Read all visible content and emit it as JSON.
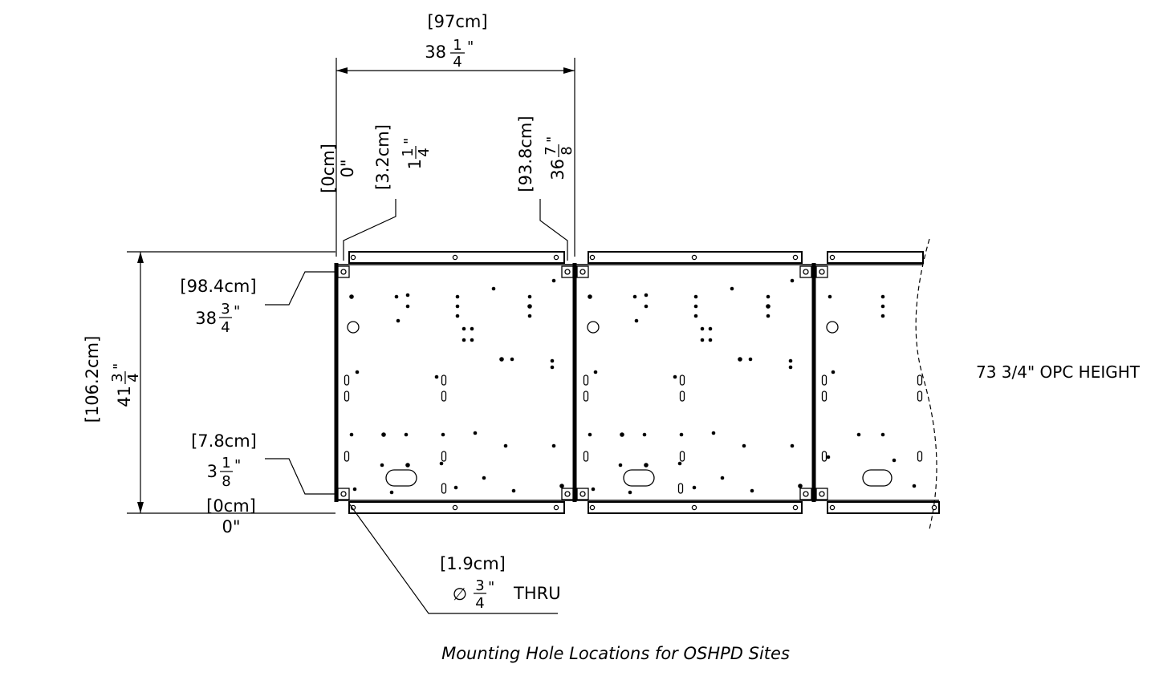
{
  "dimensions": {
    "top_width": {
      "metric": "[97cm]",
      "imperial_whole": "38",
      "num": "1",
      "den": "4",
      "mark": "\""
    },
    "origin_x": {
      "metric": "[0cm]",
      "imperial": "0\""
    },
    "offset_x": {
      "metric": "[3.2cm]",
      "imperial_whole": "1",
      "num": "1",
      "den": "4",
      "mark": "\""
    },
    "hole_x": {
      "metric": "[93.8cm]",
      "imperial_whole": "36",
      "num": "7",
      "den": "8",
      "mark": "\""
    },
    "hole_top_y": {
      "metric": "[98.4cm]",
      "imperial_whole": "38",
      "num": "3",
      "den": "4",
      "mark": "\""
    },
    "height": {
      "metric": "[106.2cm]",
      "imperial_whole": "41",
      "num": "3",
      "den": "4",
      "mark": "\""
    },
    "hole_bottom_y": {
      "metric": "[7.8cm]",
      "imperial_whole": "3",
      "num": "1",
      "den": "8",
      "mark": "\""
    },
    "origin_y": {
      "metric": "[0cm]",
      "imperial": "0\""
    },
    "hole_dia": {
      "metric": "[1.9cm]",
      "symbol": "∅",
      "num": "3",
      "den": "4",
      "mark": "\"",
      "suffix": "THRU"
    }
  },
  "notes": {
    "opc_height": "73 3/4\" OPC HEIGHT"
  },
  "caption": "Mounting Hole Locations for OSHPD Sites",
  "colors": {
    "line": "#000000",
    "background": "#ffffff"
  }
}
